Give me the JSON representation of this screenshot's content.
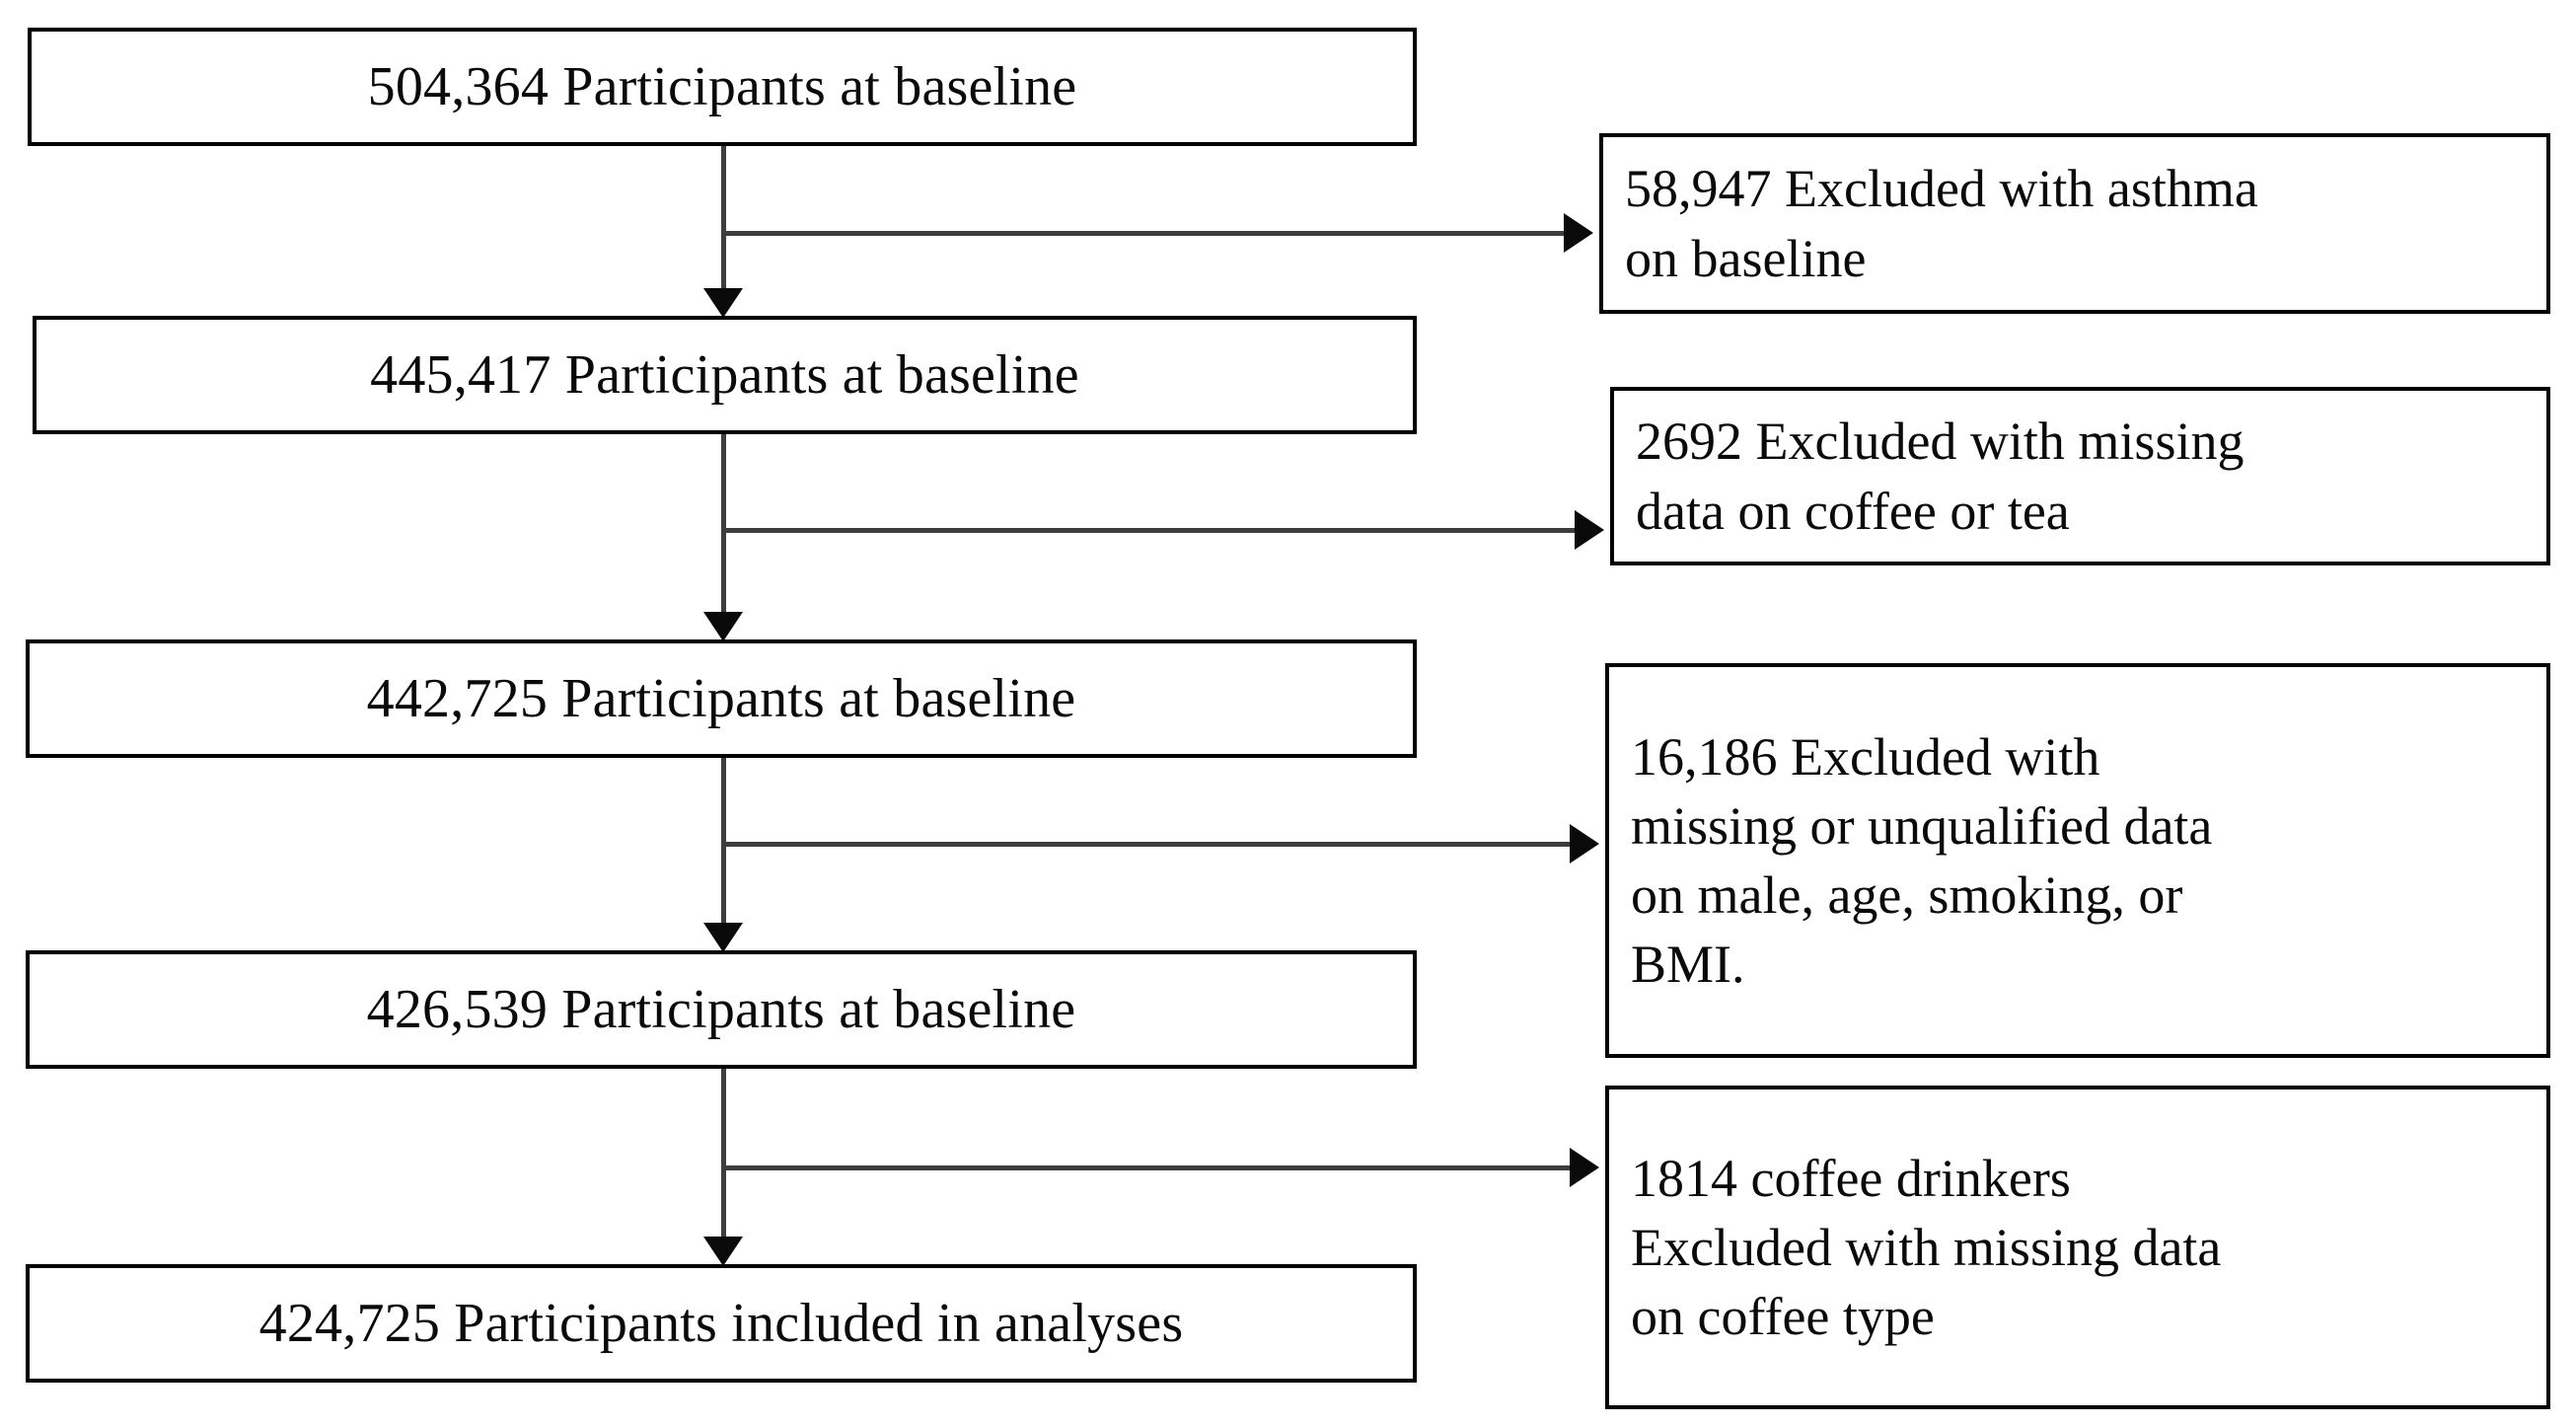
{
  "diagram": {
    "type": "flowchart",
    "title": "Participant selection flow diagram",
    "orientation": "top-to-bottom with right-side exclusion branches",
    "colors": {
      "box_border": "#000000",
      "connector": "#3d3d3d",
      "text": "#0a0a0a",
      "background": "#ffffff"
    },
    "main_nodes": [
      {
        "id": "node-1",
        "count": "504,364",
        "text": "504,364 Participants at baseline"
      },
      {
        "id": "node-2",
        "count": "445,417",
        "text": "445,417 Participants at baseline"
      },
      {
        "id": "node-3",
        "count": "442,725",
        "text": "442,725 Participants at baseline"
      },
      {
        "id": "node-4",
        "count": "426,539",
        "text": "426,539 Participants at baseline"
      },
      {
        "id": "node-5",
        "count": "424,725",
        "text": "424,725 Participants included in analyses"
      }
    ],
    "exclusion_nodes": [
      {
        "id": "excl-1",
        "count": "58,947",
        "lines": [
          "58,947 Excluded with asthma",
          "on baseline"
        ]
      },
      {
        "id": "excl-2",
        "count": "2692",
        "lines": [
          "2692 Excluded with missing",
          "data on coffee or tea"
        ]
      },
      {
        "id": "excl-3",
        "count": "16,186",
        "lines": [
          "16,186 Excluded with",
          "missing  or unqualified data",
          "on male, age, smoking,  or",
          "BMI."
        ]
      },
      {
        "id": "excl-4",
        "count": "1814",
        "lines": [
          "1814 coffee drinkers",
          "Excluded with missing  data",
          "on coffee type"
        ]
      }
    ]
  }
}
